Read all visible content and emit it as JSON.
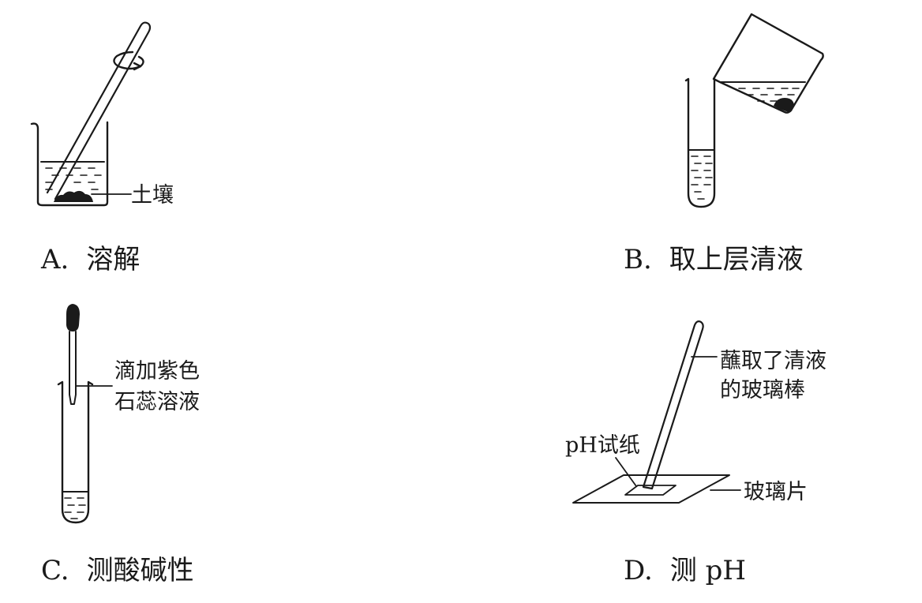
{
  "panels": {
    "a": {
      "letter": "A.",
      "caption": "溶解",
      "callout": "土壤"
    },
    "b": {
      "letter": "B.",
      "caption": "取上层清液"
    },
    "c": {
      "letter": "C.",
      "caption": "测酸碱性",
      "callout_line1": "滴加紫色",
      "callout_line2": "石蕊溶液"
    },
    "d": {
      "letter": "D.",
      "caption": "测 pH",
      "rod_line1": "蘸取了清液",
      "rod_line2": "的玻璃棒",
      "paper": "pH试纸",
      "glass": "玻璃片"
    }
  },
  "colors": {
    "ink": "#1a1a1a",
    "background": "#ffffff"
  }
}
